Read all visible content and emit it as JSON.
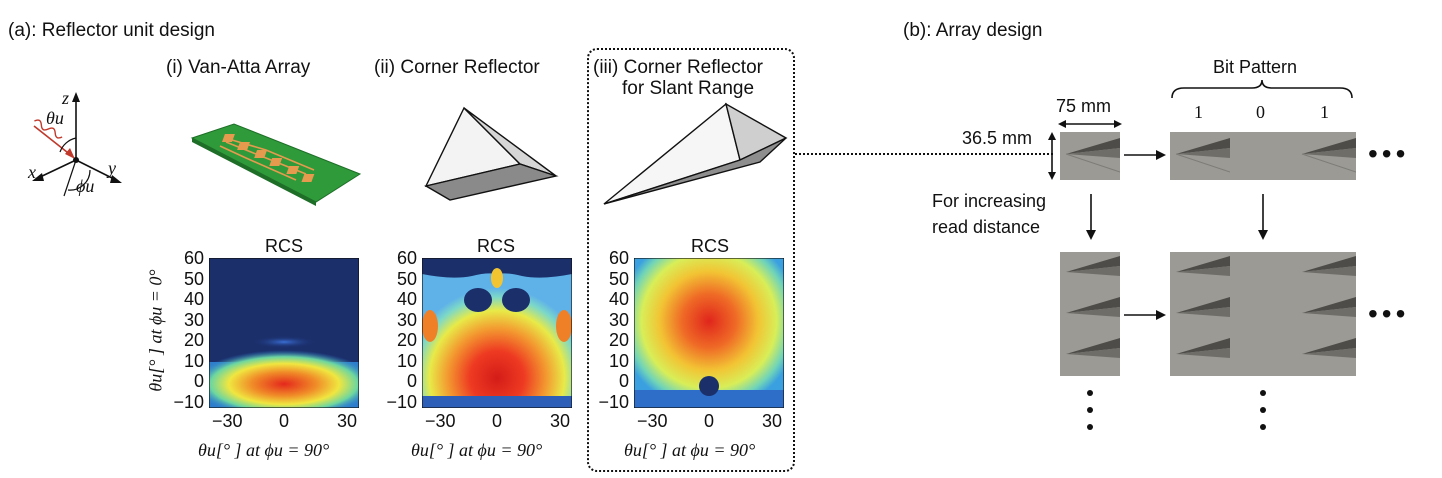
{
  "section_a_title": "(a): Reflector unit design",
  "section_b_title": "(b): Array design",
  "panels": [
    {
      "title": "(i) Van-Atta Array",
      "rcs": "RCS"
    },
    {
      "title": "(ii) Corner Reflector",
      "rcs": "RCS"
    },
    {
      "title_line1": "(iii) Corner Reflector",
      "title_line2": "for Slant Range",
      "rcs": "RCS"
    }
  ],
  "axes": {
    "yticks": [
      "60",
      "50",
      "40",
      "30",
      "20",
      "10",
      "0",
      "−10"
    ],
    "xticks": [
      "−30",
      "0",
      "30"
    ],
    "ylabel": "θu[° ] at ϕu = 0°",
    "xlabel": "θu[° ] at ϕu = 90°"
  },
  "coord_labels": {
    "theta": "θu",
    "phi": "ϕu",
    "x": "x",
    "y": "y",
    "z": "z"
  },
  "array": {
    "width_dim": "75 mm",
    "height_dim": "36.5 mm",
    "bit_pattern_title": "Bit Pattern",
    "bits": [
      "1",
      "0",
      "1"
    ],
    "increase_line1": "For increasing",
    "increase_line2": "read distance"
  },
  "colors": {
    "pcb": "#2f9a3a",
    "trace": "#e59a4e",
    "plot_bg": "#1b2f6b",
    "tile": "#9b9a94"
  }
}
